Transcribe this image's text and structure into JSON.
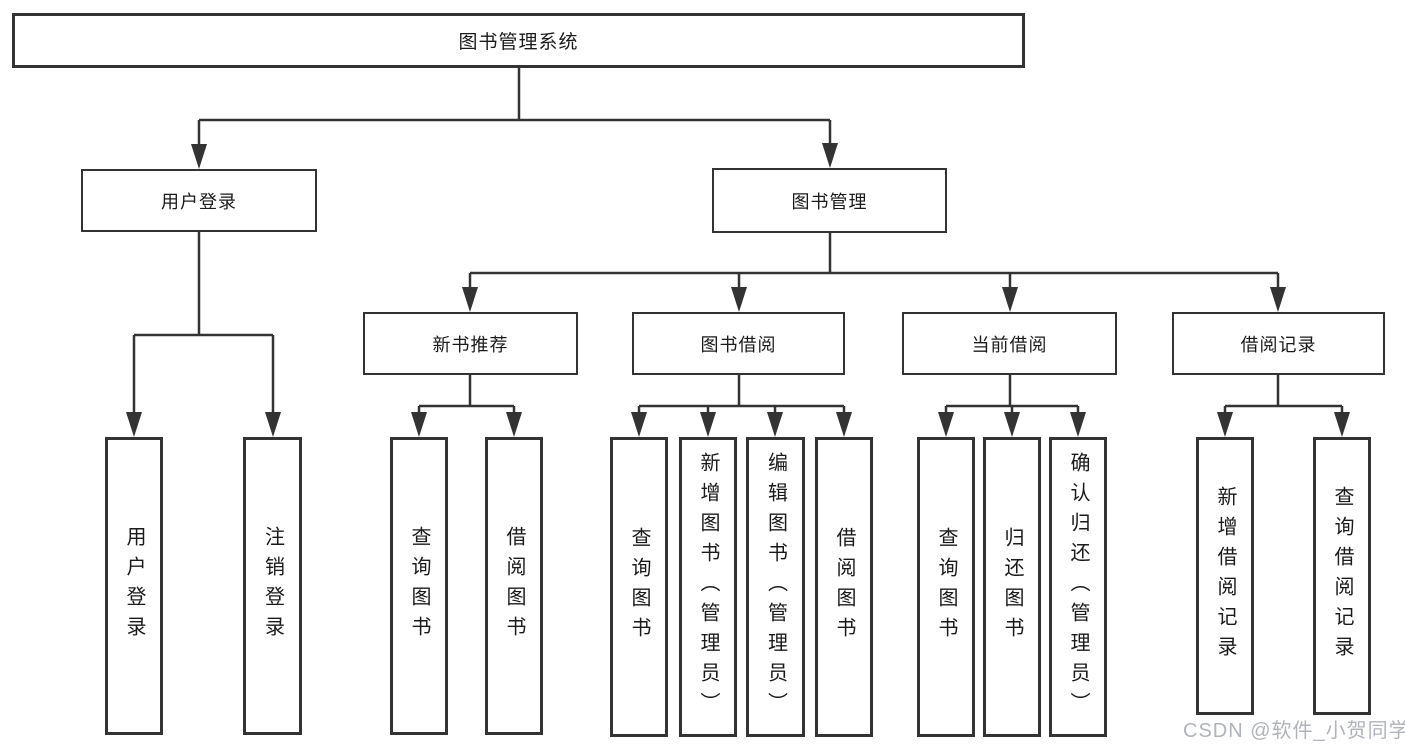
{
  "diagram": {
    "type": "tree",
    "root": {
      "label": "图书管理系统"
    },
    "branches": [
      {
        "label": "用户登录",
        "leaves": [
          {
            "label": "用户登录"
          },
          {
            "label": "注销登录"
          }
        ]
      },
      {
        "label": "图书管理",
        "groups": [
          {
            "label": "新书推荐",
            "leaves": [
              {
                "label": "查询图书"
              },
              {
                "label": "借阅图书"
              }
            ]
          },
          {
            "label": "图书借阅",
            "leaves": [
              {
                "label": "查询图书"
              },
              {
                "label": "新增图书（管理员）"
              },
              {
                "label": "编辑图书（管理员）"
              },
              {
                "label": "借阅图书"
              }
            ]
          },
          {
            "label": "当前借阅",
            "leaves": [
              {
                "label": "查询图书"
              },
              {
                "label": "归还图书"
              },
              {
                "label": "确认归还（管理员）"
              }
            ]
          },
          {
            "label": "借阅记录",
            "leaves": [
              {
                "label": "新增借阅记录"
              },
              {
                "label": "查询借阅记录"
              }
            ]
          }
        ]
      }
    ]
  },
  "watermark": {
    "text": "CSDN @软件_小贺同学"
  },
  "colors": {
    "line": "#333333",
    "box_border": "#333333",
    "text": "#1a1a1a",
    "box_background": "#ffffff",
    "page_background": "#ffffff",
    "watermark": "#b0b4ba"
  }
}
